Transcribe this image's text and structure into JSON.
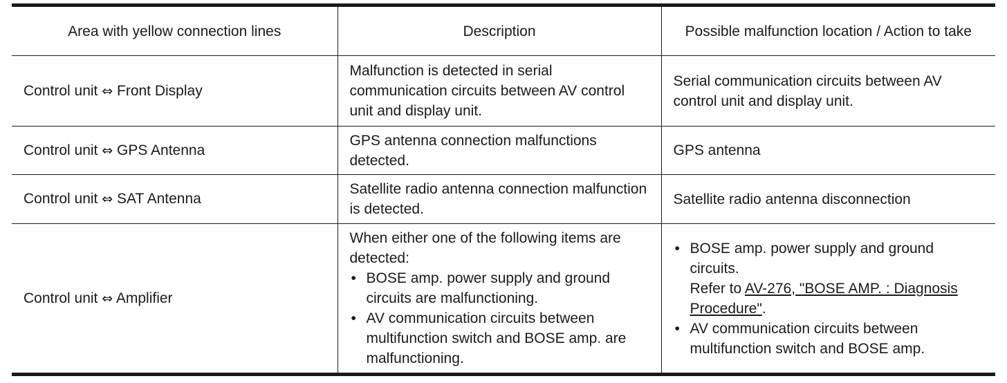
{
  "table": {
    "headers": [
      "Area with yellow connection lines",
      "Description",
      "Possible malfunction location / Action to take"
    ],
    "rows": [
      {
        "area_left": "Control unit",
        "arrow": "⇔",
        "area_right": "Front Display",
        "description": "Malfunction is detected in serial communication circuits between AV control unit and display unit.",
        "action": "Serial communication circuits between AV control unit and display unit."
      },
      {
        "area_left": "Control unit",
        "arrow": "⇔",
        "area_right": "GPS Antenna",
        "description": "GPS antenna connection malfunctions detected.",
        "action": "GPS antenna"
      },
      {
        "area_left": "Control unit",
        "arrow": "⇔",
        "area_right": "SAT Antenna",
        "description": "Satellite radio antenna connection malfunction is detected.",
        "action": "Satellite radio antenna disconnection"
      },
      {
        "area_left": "Control unit",
        "arrow": "⇔",
        "area_right": "Amplifier",
        "description_intro": "When either one of the following items are detected:",
        "description_items": [
          "BOSE amp. power supply and ground circuits are malfunctioning.",
          "AV communication circuits between multifunction switch and BOSE amp. are malfunctioning."
        ],
        "action_items": [
          {
            "text": "BOSE amp. power supply and ground circuits.",
            "refer_prefix": "Refer to ",
            "link": "AV-276, \"BOSE AMP. : Diagnosis Procedure\"",
            "refer_suffix": "."
          },
          {
            "text": "AV communication circuits between multifunction switch and BOSE amp."
          }
        ]
      }
    ]
  }
}
